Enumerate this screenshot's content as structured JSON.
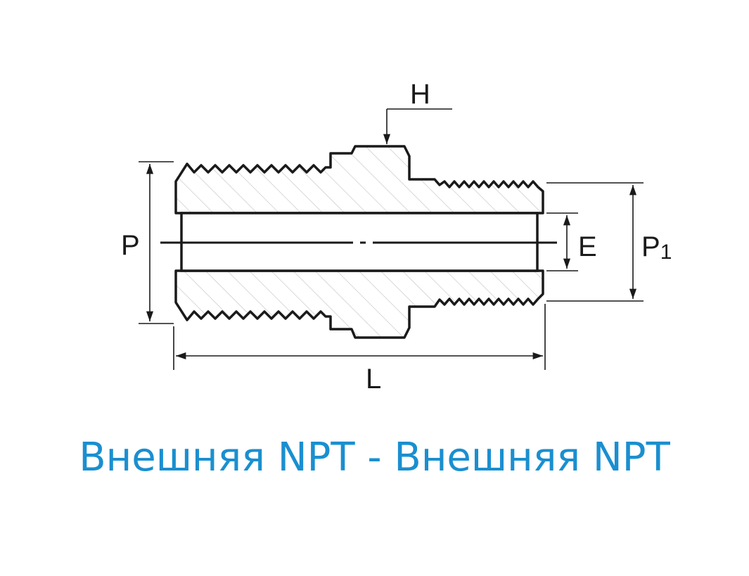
{
  "labels": {
    "H": "H",
    "P": "P",
    "P1_main": "P",
    "P1_sub": "1",
    "E": "E",
    "L": "L"
  },
  "caption": "Внешняя NPT - Внешняя NPT",
  "colors": {
    "line": "#1a1a1a",
    "hatch": "#bdbdbd",
    "caption": "#1a8fd0",
    "background": "#ffffff"
  }
}
